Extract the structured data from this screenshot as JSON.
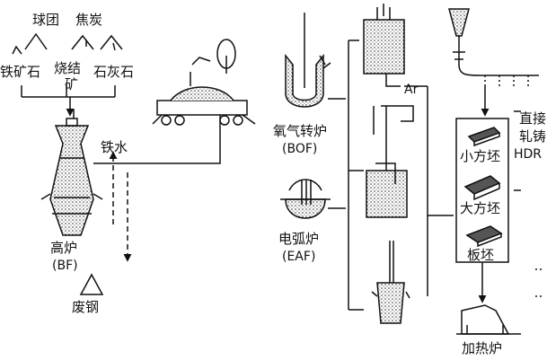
{
  "labels": {
    "pellets": "球团",
    "coke": "焦炭",
    "iron_ore": "铁矿石",
    "sinter_line1": "烧结",
    "sinter_line2": "矿",
    "limestone": "石灰石",
    "hot_metal": "铁水",
    "blast_furnace": "高炉",
    "blast_furnace_abbr": "(BF)",
    "scrap": "废钢",
    "bof": "氧气转炉",
    "bof_abbr": "(BOF)",
    "eaf": "电弧炉",
    "eaf_abbr": "(EAF)",
    "argon": "Ar",
    "direct_rolling_line1": "直接",
    "direct_rolling_line2": "轧铸",
    "direct_rolling_line3": "HDR",
    "billet": "小方坯",
    "bloom": "大方坯",
    "slab": "板坯",
    "reheating_furnace": "加热炉"
  },
  "colors": {
    "ink": "#111111",
    "background": "#ffffff",
    "fill": "#555555"
  }
}
